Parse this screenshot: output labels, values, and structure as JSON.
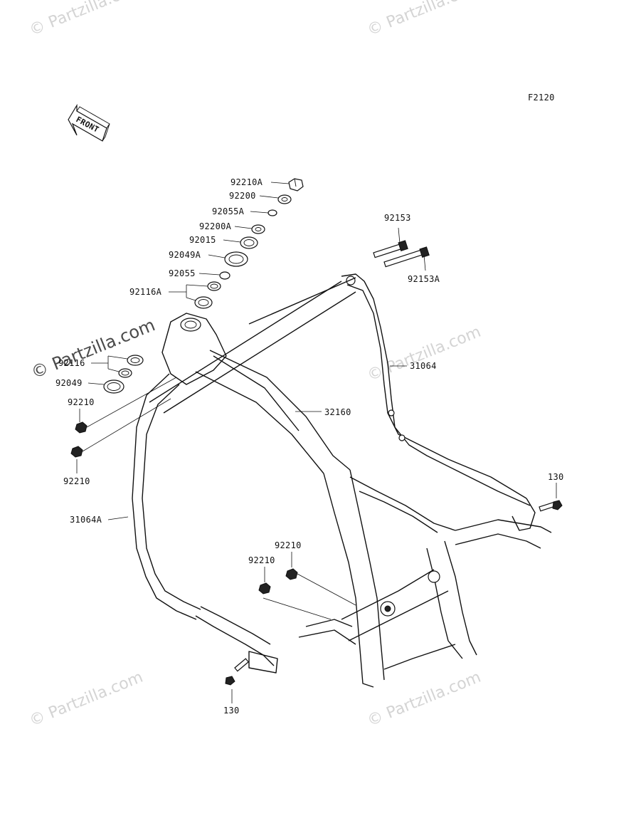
{
  "diagram_code": "F2120",
  "front_indicator": "FRONT",
  "watermark": "© Partzilla.com",
  "colors": {
    "line": "#111111",
    "watermark": "#d4d4d4",
    "background": "#ffffff"
  },
  "part_labels": {
    "p92210A": "92210A",
    "p92200": "92200",
    "p92055A": "92055A",
    "p92200A": "92200A",
    "p92015": "92015",
    "p92049A": "92049A",
    "p92055": "92055",
    "p92116A": "92116A",
    "p92116": "92116",
    "p92049": "92049",
    "p92210_a": "92210",
    "p92210_b": "92210",
    "p92210_c": "92210",
    "p92210_d": "92210",
    "p92153": "92153",
    "p92153A": "92153A",
    "p31064": "31064",
    "p32160": "32160",
    "p31064A": "31064A",
    "p130_a": "130",
    "p130_b": "130"
  }
}
